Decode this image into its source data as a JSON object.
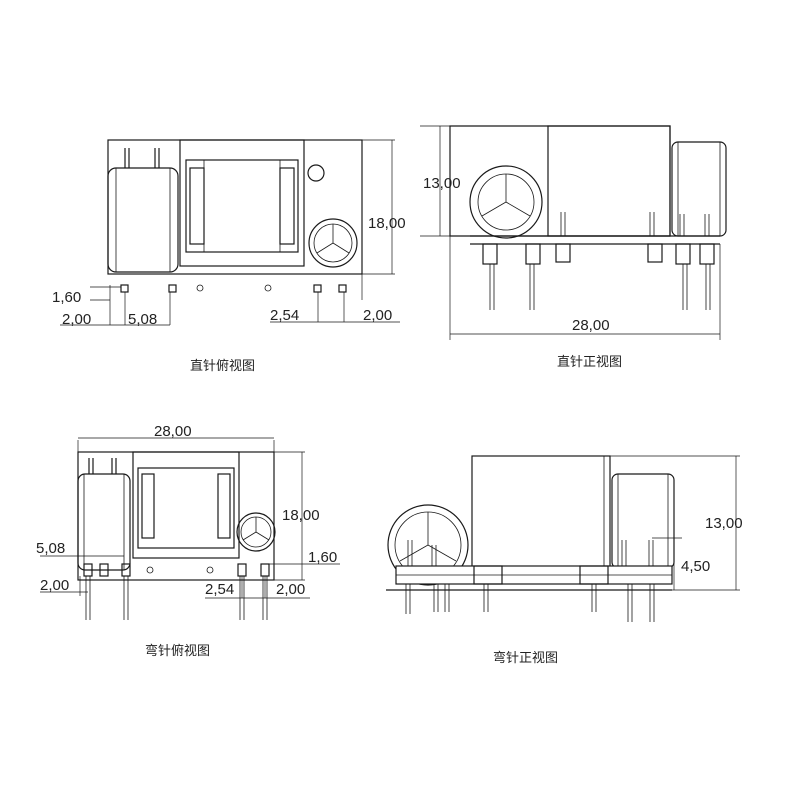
{
  "views": {
    "straight_top": {
      "caption": "直针俯视图",
      "dims": {
        "pin_offset": "1,60",
        "edge_offset": "2,00",
        "cap_pitch": "5,08",
        "pin_pitch": "2,54",
        "right_offset": "2,00",
        "height": "18,00"
      }
    },
    "straight_front": {
      "caption": "直针正视图",
      "dims": {
        "height": "13,00",
        "length": "28,00"
      }
    },
    "bent_top": {
      "caption": "弯针俯视图",
      "dims": {
        "length": "28,00",
        "height": "18,00",
        "cap_pitch": "5,08",
        "right_offset_top": "1,60",
        "left_offset": "2,00",
        "pin_pitch": "2,54",
        "right_offset": "2,00"
      }
    },
    "bent_front": {
      "caption": "弯针正视图",
      "dims": {
        "height": "13,00",
        "pin_height": "4,50"
      }
    }
  },
  "colors": {
    "line": "#1a1a1a",
    "background": "#ffffff"
  }
}
